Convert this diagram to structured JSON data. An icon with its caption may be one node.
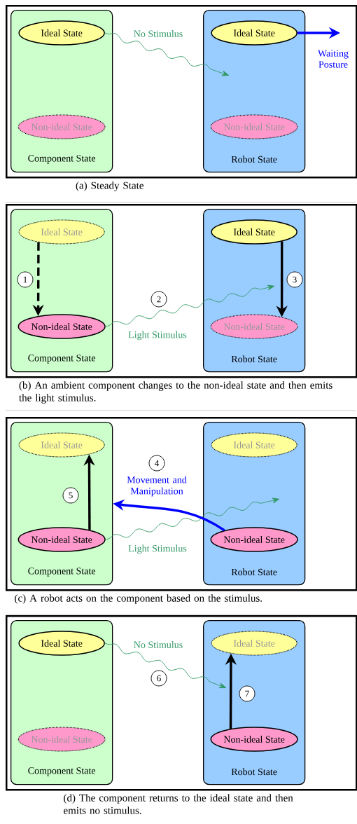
{
  "diagram": {
    "nodes": [
      {
        "text": [],
        "shape": "box"
      },
      {
        "text": [
          "Component State"
        ],
        "in": 0
      },
      {
        "text": [
          "Ideal State"
        ],
        "in": 1
      },
      {
        "text": [
          "Non-ideal State"
        ],
        "in": 1
      },
      {
        "text": [
          "Robot State"
        ],
        "in": 0
      },
      {
        "text": [
          "Ideal State"
        ],
        "in": 4
      },
      {
        "text": [
          "Non-ideal State"
        ],
        "in": 4
      },
      {
        "text": [],
        "shape": "box"
      },
      {
        "text": [
          "Component State"
        ],
        "in": 7
      },
      {
        "text": [
          "Ideal State"
        ],
        "in": 8
      },
      {
        "text": [
          "Non-ideal State"
        ],
        "in": 8
      },
      {
        "text": [
          "Robot State"
        ],
        "in": 7
      },
      {
        "text": [
          "Ideal State"
        ],
        "in": 11
      },
      {
        "text": [
          "Non-ideal State"
        ],
        "in": 11
      },
      {
        "text": [],
        "shape": "box"
      },
      {
        "text": [
          "Component State"
        ],
        "in": 14
      },
      {
        "text": [
          "Ideal State"
        ],
        "in": 15
      },
      {
        "text": [
          "Non-ideal State"
        ],
        "in": 15
      },
      {
        "text": [
          "Robot State"
        ],
        "in": 14
      },
      {
        "text": [
          "Ideal State"
        ],
        "in": 18
      },
      {
        "text": [
          "Non-ideal State"
        ],
        "in": 18
      },
      {
        "text": [],
        "shape": "box"
      },
      {
        "text": [
          "Component State"
        ],
        "in": 21
      },
      {
        "text": [
          "Ideal State"
        ],
        "in": 22
      },
      {
        "text": [
          "Non-ideal State"
        ],
        "in": 22
      },
      {
        "text": [
          "Robot State"
        ],
        "in": 21
      },
      {
        "text": [
          "Ideal State"
        ],
        "in": 25
      },
      {
        "text": [
          "Non-ideal State"
        ],
        "in": 25
      }
    ],
    "edges": [
      {
        "from": 2,
        "to": null,
        "arrow": "to",
        "label": "No Stimulus",
        "color": "#339966"
      },
      {
        "from": 5,
        "to": null,
        "arrow": "to",
        "label": "Waiting Posture",
        "color": "#0000ff"
      },
      {
        "from": 9,
        "to": 10,
        "arrow": "to",
        "style": "dashed",
        "color": "#000000"
      },
      {
        "from": 10,
        "to": null,
        "arrow": "to",
        "label": "Light Stimulus",
        "color": "#339966"
      },
      {
        "from": 12,
        "to": 13,
        "arrow": "to",
        "color": "#000000"
      },
      {
        "from": 17,
        "to": 16,
        "arrow": "to",
        "color": "#000000"
      },
      {
        "from": 17,
        "to": null,
        "arrow": "to",
        "label": "Light Stimulus",
        "color": "#339966"
      },
      {
        "from": 20,
        "to": 15,
        "arrow": "to",
        "label": "Movement and Manipulation",
        "color": "#0000ff"
      },
      {
        "from": 23,
        "to": null,
        "arrow": "to",
        "label": "No Stimulus",
        "color": "#339966"
      },
      {
        "from": 27,
        "to": 26,
        "arrow": "to",
        "color": "#000000"
      }
    ],
    "labels": [
      "(a) Steady State",
      "1",
      "2",
      "3",
      "(b) An ambient component changes to the non-ideal state and then emits the light stimulus.",
      "4",
      "5",
      "(c) A robot acts on the component based on the stimulus.",
      "6",
      "7",
      "(d) The component returns to the ideal state and then emits no stimulus."
    ]
  }
}
